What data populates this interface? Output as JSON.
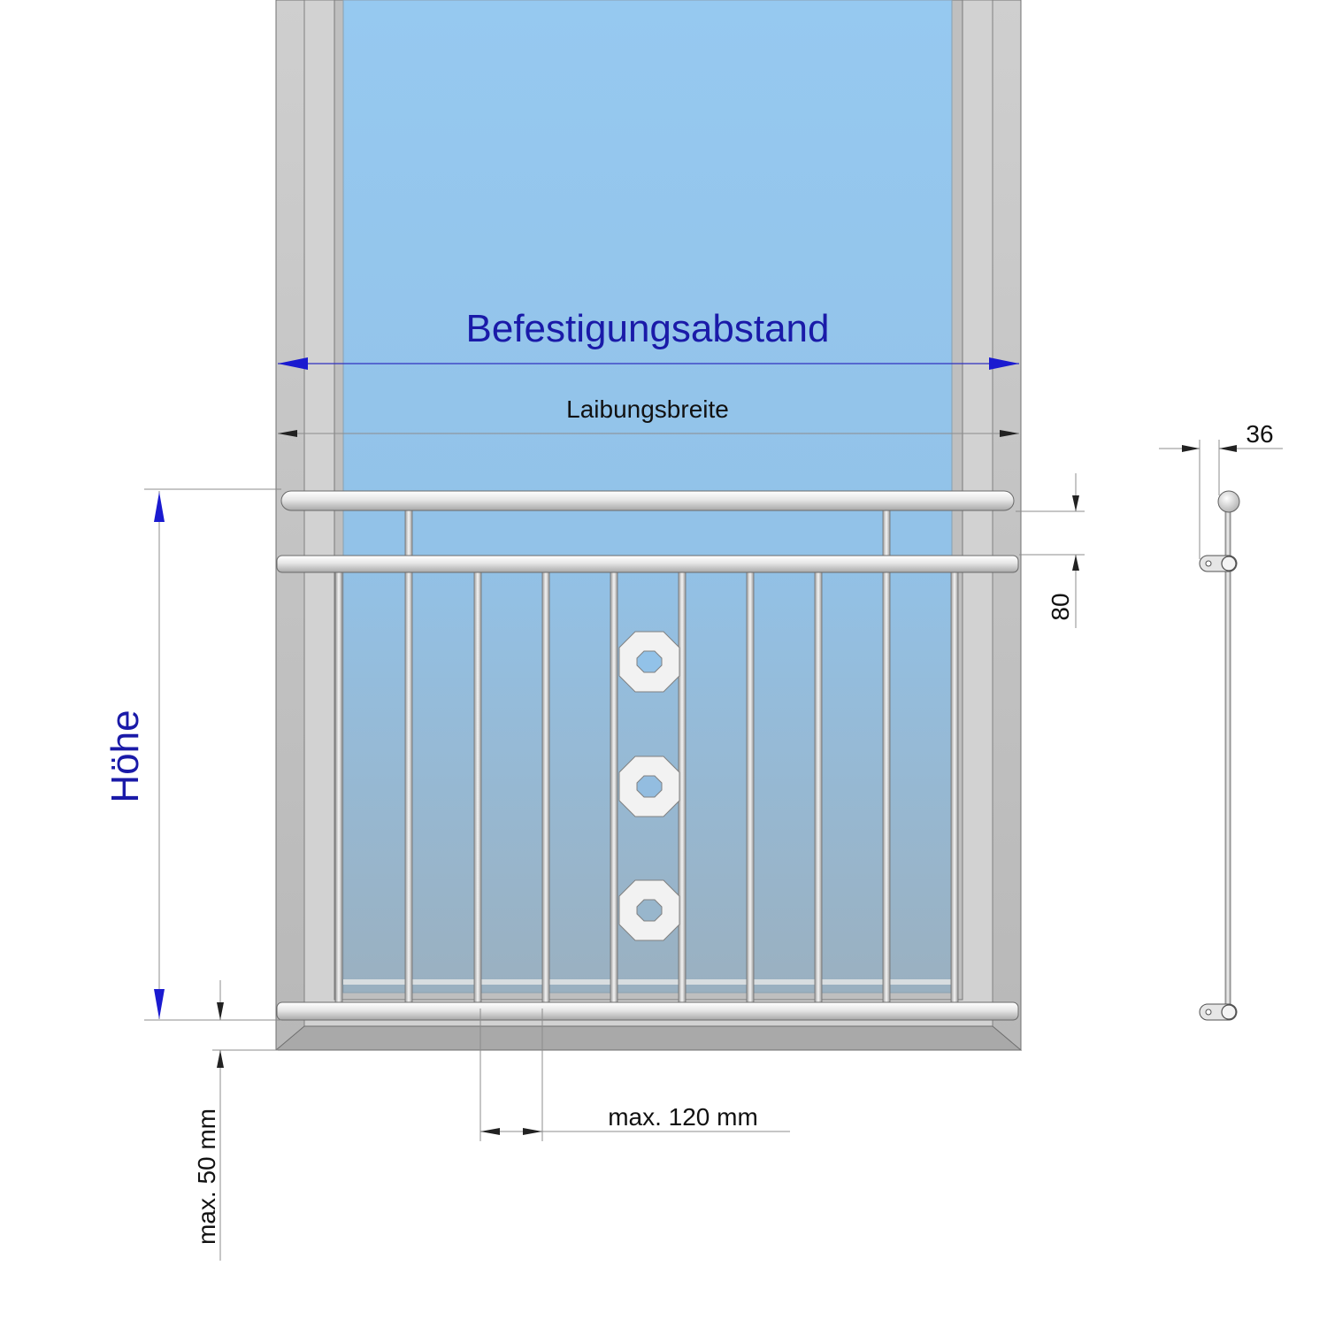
{
  "labels": {
    "befestigungsabstand": "Befestigungsabstand",
    "laibungsbreite": "Laibungsbreite",
    "hoehe": "Höhe",
    "dim_36": "36",
    "dim_80": "80",
    "max_120": "max. 120 mm",
    "max_50": "max. 50 mm"
  },
  "colors": {
    "glass": "#96c8ee",
    "frame": "#c4c4c4",
    "blue_label": "#1a1aa8",
    "rail": "#e2e2e2"
  }
}
